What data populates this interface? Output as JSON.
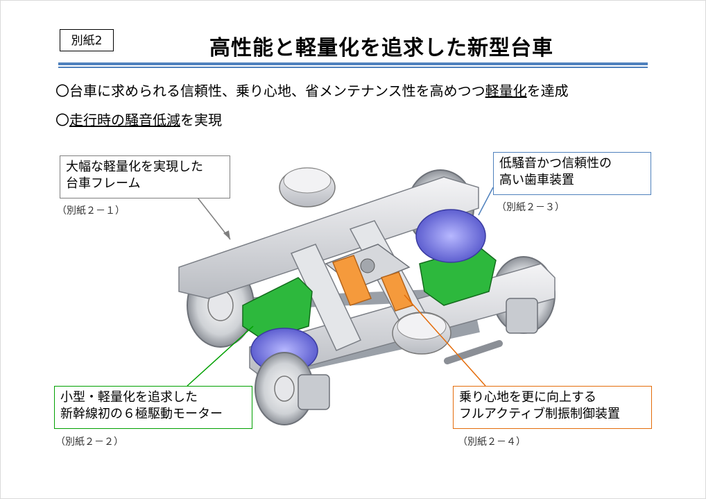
{
  "header": {
    "tag": "別紙2",
    "title": "高性能と軽量化を追求した新型台車"
  },
  "bullets": {
    "b1": {
      "pre": "〇台車に求められる信頼性、乗り心地、省メンテナンス性を高めつつ",
      "u": "軽量化",
      "post": "を達成"
    },
    "b2": {
      "pre": "〇",
      "u": "走行時の騒音低減",
      "post": "を実現"
    }
  },
  "callouts": {
    "frame": {
      "line1": "大幅な軽量化を実現した",
      "line2": "台車フレーム",
      "ref": "（別紙２－１）"
    },
    "gear": {
      "line1": "低騒音かつ信頼性の",
      "line2": "高い歯車装置",
      "ref": "（別紙２－３）"
    },
    "motor": {
      "line1": "小型・軽量化を追求した",
      "line2": "新幹線初の６極駆動モーター",
      "ref": "（別紙２－２）"
    },
    "damper": {
      "line1": "乗り心地を更に向上する",
      "line2": "フルアクティブ制振制御装置",
      "ref": "（別紙２－４）"
    }
  },
  "colors": {
    "frame_callout": "#7f7f7f",
    "gear_callout": "#4f81bd",
    "motor_callout": "#00a000",
    "damper_callout": "#e46c0a",
    "title_rule": "#4f81bd",
    "motor_green": "#2db83d",
    "gear_blue": "#7b7ce6",
    "damper_orange": "#f59a3c"
  }
}
